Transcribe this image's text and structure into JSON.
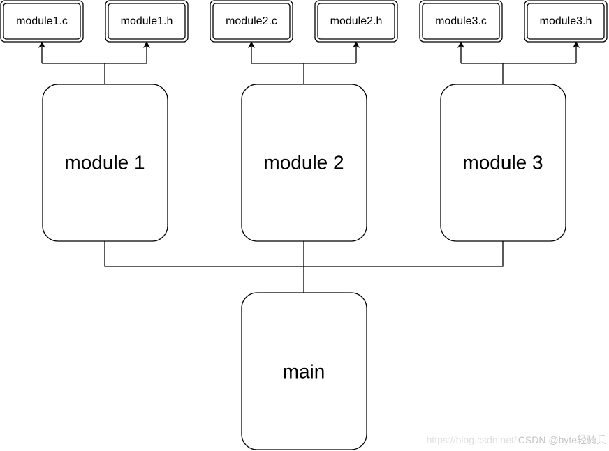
{
  "diagram": {
    "files": [
      {
        "id": "module1-c",
        "label": "module1.c"
      },
      {
        "id": "module1-h",
        "label": "module1.h"
      },
      {
        "id": "module2-c",
        "label": "module2.c"
      },
      {
        "id": "module2-h",
        "label": "module2.h"
      },
      {
        "id": "module3-c",
        "label": "module3.c"
      },
      {
        "id": "module3-h",
        "label": "module3.h"
      }
    ],
    "modules": [
      {
        "id": "module-1",
        "label": "module 1"
      },
      {
        "id": "module-2",
        "label": "module 2"
      },
      {
        "id": "module-3",
        "label": "module 3"
      }
    ],
    "main": {
      "label": "main"
    },
    "colors": {
      "stroke": "#000000",
      "fill": "#ffffff"
    }
  },
  "watermark": {
    "url": "https://blog.csdn.net/",
    "author": "CSDN @byte轻骑兵"
  }
}
